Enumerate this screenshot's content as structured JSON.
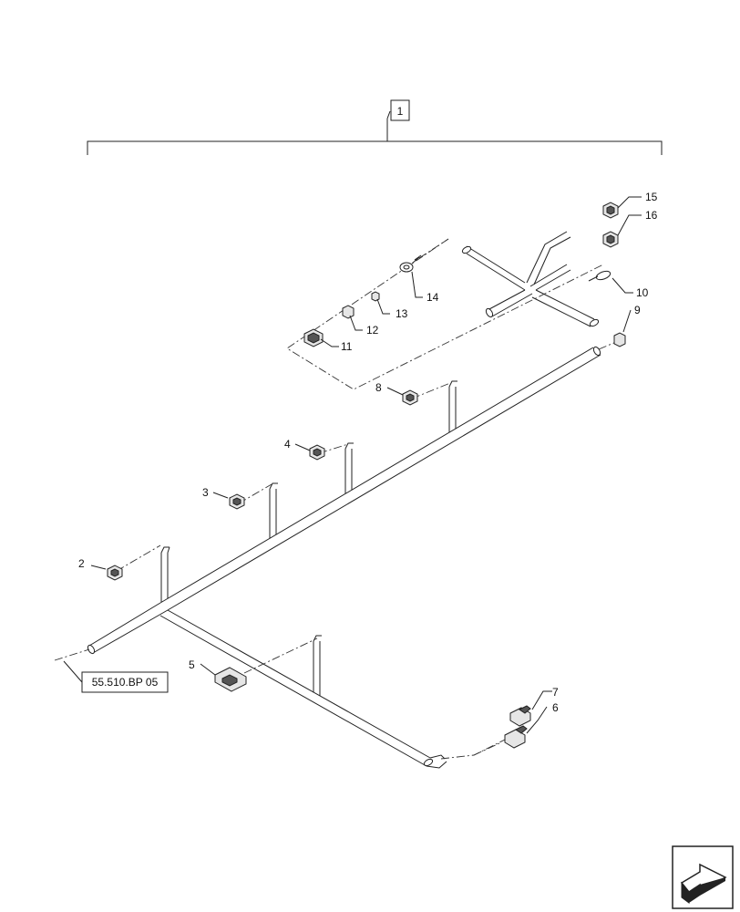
{
  "assembly": {
    "callout": "1"
  },
  "reference": {
    "text": "55.510.BP 05"
  },
  "callouts": [
    {
      "id": "callout-2",
      "label": "2"
    },
    {
      "id": "callout-3",
      "label": "3"
    },
    {
      "id": "callout-4",
      "label": "4"
    },
    {
      "id": "callout-5",
      "label": "5"
    },
    {
      "id": "callout-6",
      "label": "6"
    },
    {
      "id": "callout-7",
      "label": "7"
    },
    {
      "id": "callout-8",
      "label": "8"
    },
    {
      "id": "callout-9",
      "label": "9"
    },
    {
      "id": "callout-10",
      "label": "10"
    },
    {
      "id": "callout-11",
      "label": "11"
    },
    {
      "id": "callout-12",
      "label": "12"
    },
    {
      "id": "callout-13",
      "label": "13"
    },
    {
      "id": "callout-14",
      "label": "14"
    },
    {
      "id": "callout-15",
      "label": "15"
    },
    {
      "id": "callout-16",
      "label": "16"
    }
  ],
  "nav": {
    "icon": "next-page-arrow-icon"
  }
}
